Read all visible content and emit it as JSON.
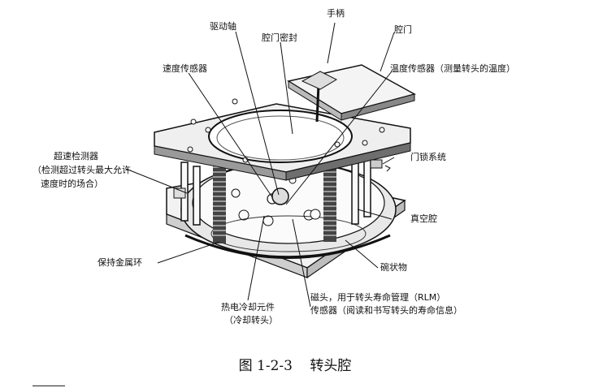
{
  "labels": {
    "handle": "手柄",
    "cavity_door": "腔门",
    "drive_shaft": "驱动轴",
    "door_seal": "腔门密封",
    "speed_sensor": "速度传感器",
    "temp_sensor": "温度传感器（测量转头的温度）",
    "overspeed_l1": "超速检测器",
    "overspeed_l2": "（检测超过转头最大允许",
    "overspeed_l3": "速度时的场合）",
    "door_lock": "门锁系统",
    "vacuum_chamber": "真空腔",
    "retaining_ring": "保持金属环",
    "bowl": "碗状物",
    "magnet_l1": "磁头，用于转头寿命管理（RLM）",
    "magnet_l2": "传感器（阅读和书写转头的寿命信息）",
    "thermo_l1": "热电冷却元件",
    "thermo_l2": "（冷却转头）"
  },
  "caption": {
    "figure_no": "图 1-2-3",
    "title": "转头腔"
  }
}
